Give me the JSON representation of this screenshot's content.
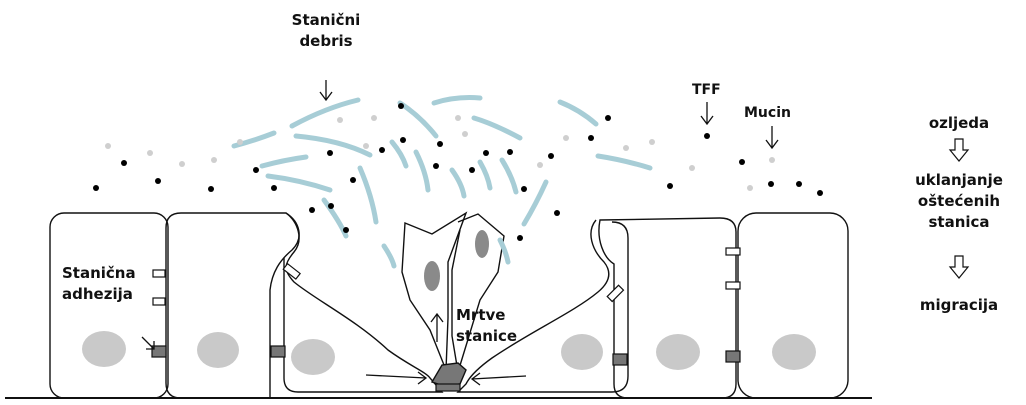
{
  "labels": {
    "debris_line1": "Stanični",
    "debris_line2": "debris",
    "tff": "TFF",
    "mucin": "Mucin",
    "adhesion_line1": "Stanična",
    "adhesion_line2": "adhezija",
    "dead_line1": "Mrtve",
    "dead_line2": "stanice"
  },
  "process": {
    "step1": "ozljeda",
    "step2_line1": "uklanjanje",
    "step2_line2": "oštećenih",
    "step2_line3": "stanica",
    "step3": "migracija"
  },
  "colors": {
    "outline": "#111111",
    "debris": "#a7cdd6",
    "nucleus": "#c9c9c9",
    "dead_nucleus": "#8a8a8a",
    "junction": "#777777",
    "mucin_dot": "#cfcfcf",
    "tff_dot": "#000000"
  }
}
